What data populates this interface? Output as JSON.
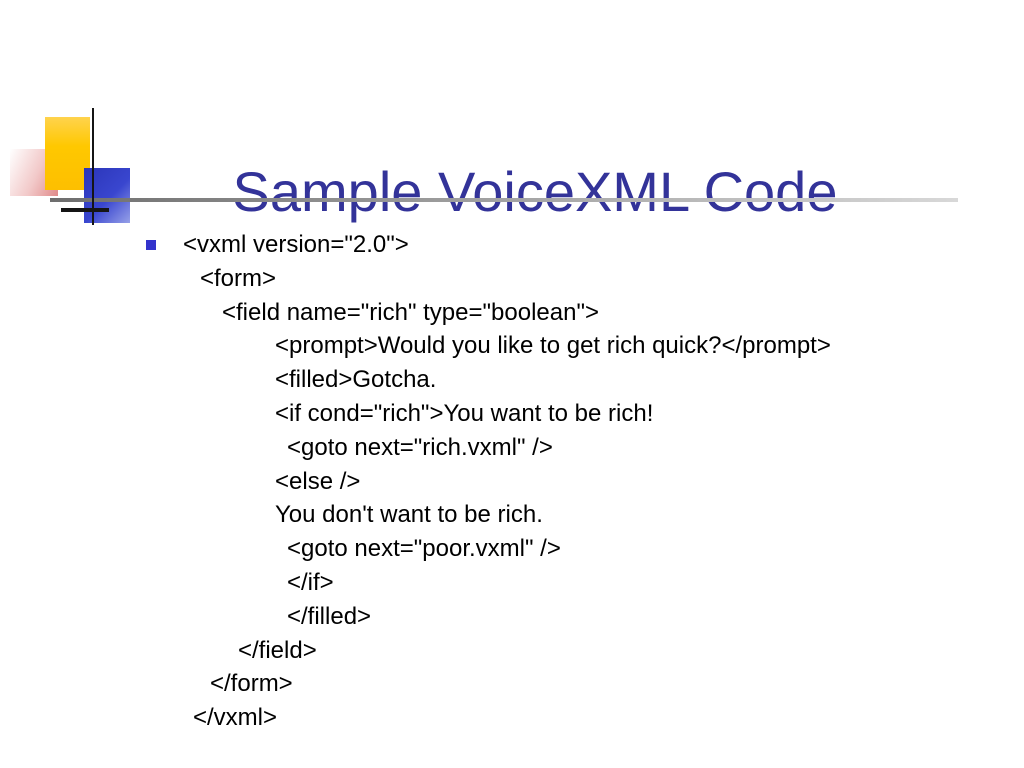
{
  "slide": {
    "title": "Sample VoiceXML Code",
    "title_color": "#333399",
    "bullet_color": "#3333cc",
    "decoration_colors": {
      "yellow": "#ffc800",
      "blue": "#3946cf",
      "pink": "#e08a8a",
      "line": "#151515",
      "rule_gray": "#6e6e6e"
    }
  },
  "code": {
    "lines": [
      {
        "text": "<vxml version=\"2.0\">",
        "indent": 0,
        "bullet": true
      },
      {
        "text": "<form>",
        "indent": 17,
        "bullet": false
      },
      {
        "text": "<field name=\"rich\" type=\"boolean\">",
        "indent": 39,
        "bullet": false
      },
      {
        "text": "<prompt>Would you like to get rich quick?</prompt>",
        "indent": 92,
        "bullet": false
      },
      {
        "text": "<filled>Gotcha.",
        "indent": 92,
        "bullet": false
      },
      {
        "text": "<if cond=\"rich\">You want to be rich!",
        "indent": 92,
        "bullet": false
      },
      {
        "text": "<goto next=\"rich.vxml\" />",
        "indent": 104,
        "bullet": false
      },
      {
        "text": "<else />",
        "indent": 92,
        "bullet": false
      },
      {
        "text": "You don't want to be rich.",
        "indent": 92,
        "bullet": false
      },
      {
        "text": "<goto next=\"poor.vxml\" />",
        "indent": 104,
        "bullet": false
      },
      {
        "text": "</if>",
        "indent": 104,
        "bullet": false
      },
      {
        "text": "</filled>",
        "indent": 104,
        "bullet": false
      },
      {
        "text": "</field>",
        "indent": 55,
        "bullet": false
      },
      {
        "text": "</form>",
        "indent": 27,
        "bullet": false
      },
      {
        "text": "</vxml>",
        "indent": 10,
        "bullet": false
      }
    ]
  }
}
